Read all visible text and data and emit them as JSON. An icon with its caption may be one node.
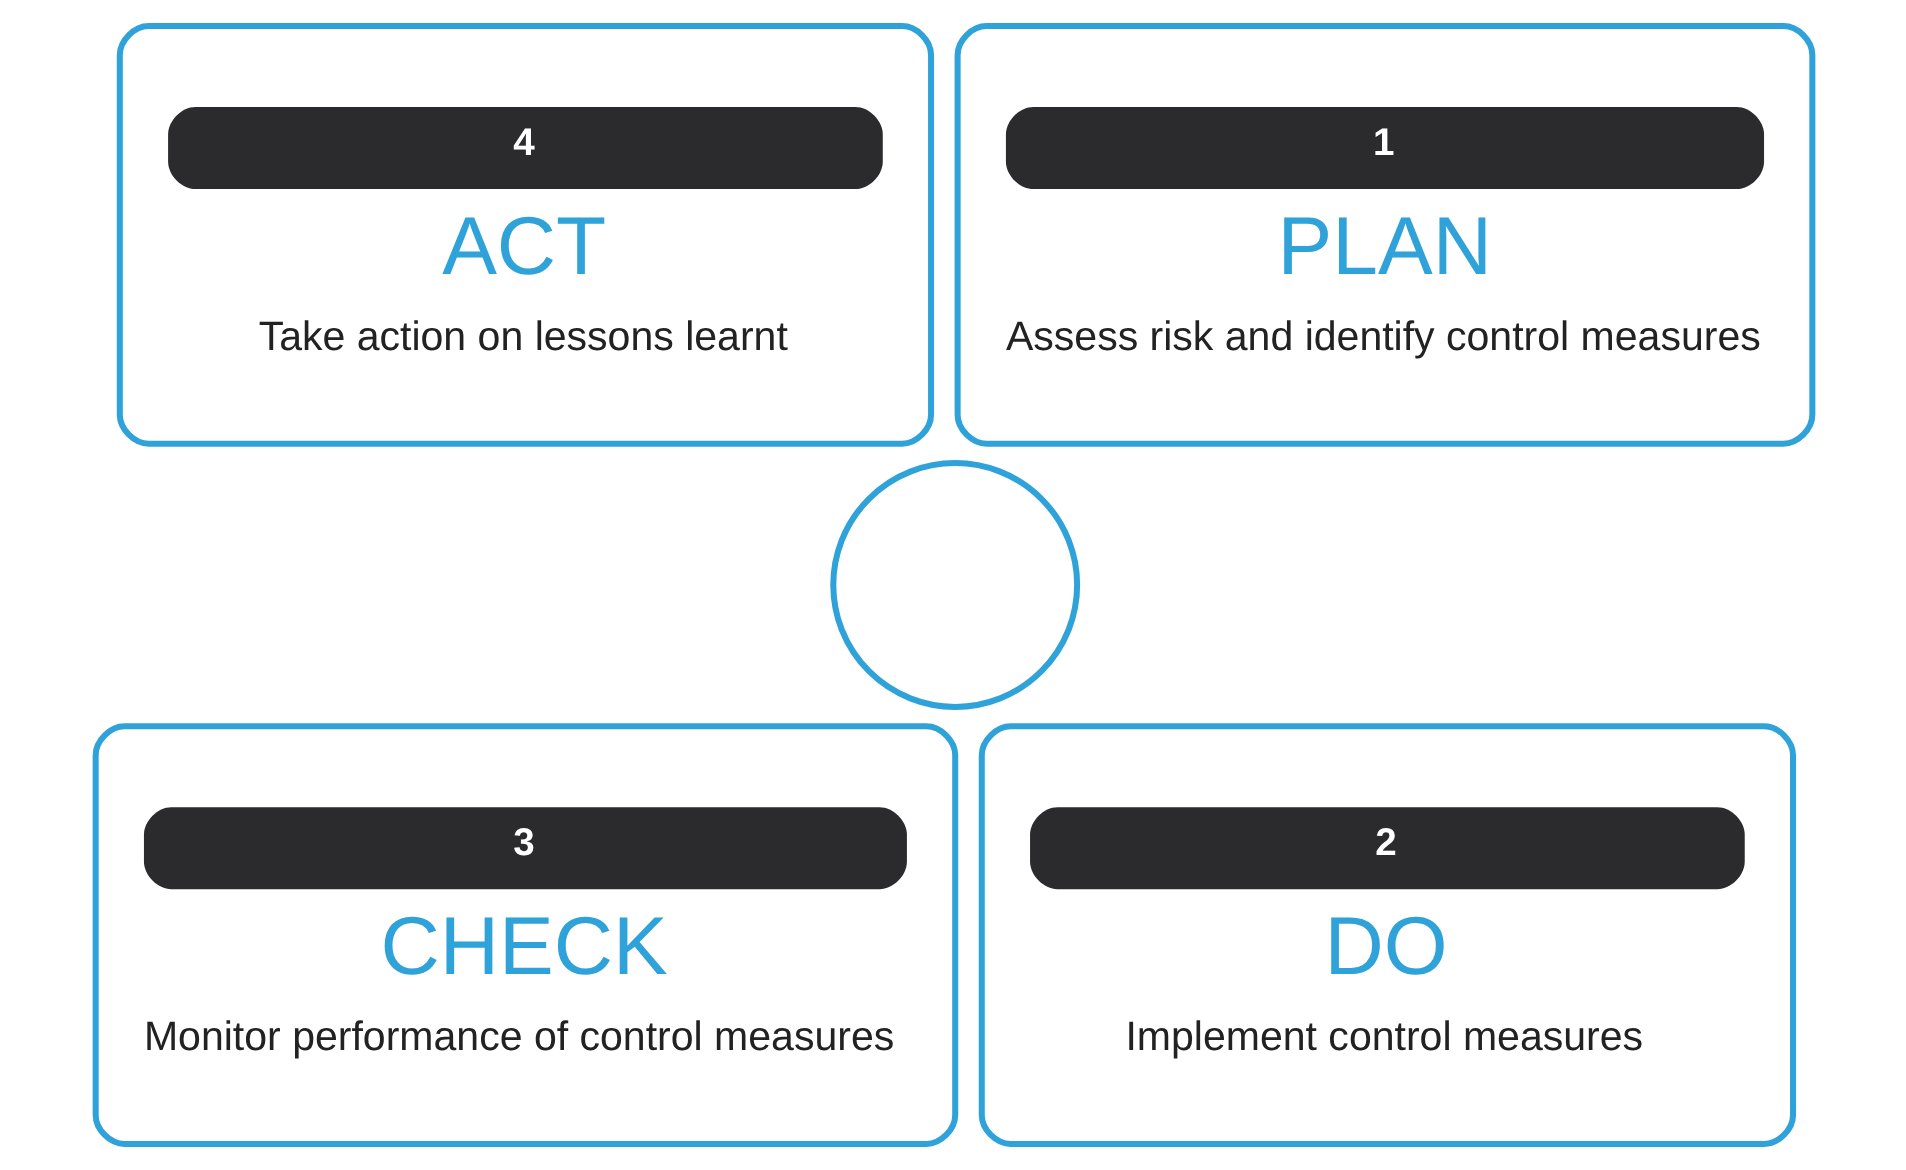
{
  "diagram": {
    "nodes": [
      {
        "text": [
          "4",
          "ACT",
          "Take action on lessons learnt"
        ]
      },
      {
        "text": [
          "1",
          "PLAN",
          "Assess risk and identify control measures"
        ]
      },
      {
        "text": [],
        "shape": "circle"
      },
      {
        "text": [
          "3",
          "CHECK",
          "Monitor performance of control measures"
        ]
      },
      {
        "text": [
          "2",
          "DO",
          "Implement control measures"
        ]
      }
    ]
  }
}
